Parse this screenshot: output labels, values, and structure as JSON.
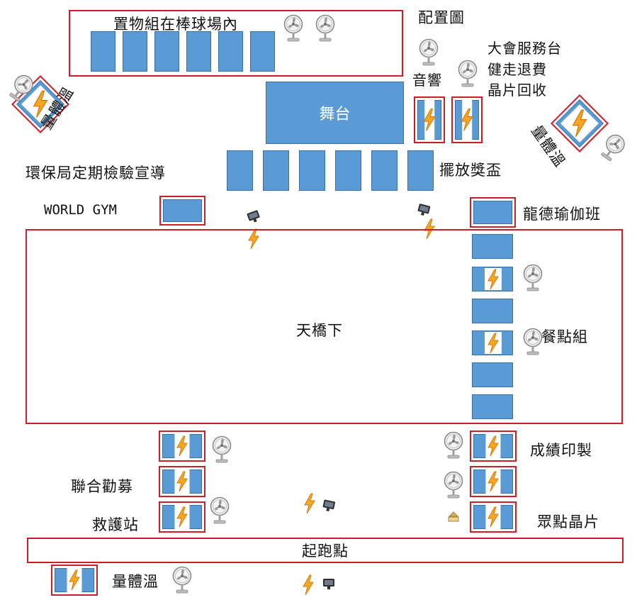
{
  "labels": {
    "storage": "置物組在棒球場內",
    "layout_map": "配置圖",
    "service_line1": "大會服務台",
    "service_line2": "健走退費",
    "service_line3": "晶片回收",
    "sound": "音響",
    "stage": "舞台",
    "temp_left": "量體溫",
    "temp_right": "量體溫",
    "epa": "環保局定期檢驗宣導",
    "trophy": "擺放獎盃",
    "world_gym": "WORLD GYM",
    "yoga": "龍德瑜伽班",
    "under_bridge": "天橋下",
    "catering": "餐點組",
    "results": "成績印製",
    "donation": "聯合勸募",
    "first_aid": "救護站",
    "chip": "眾點晶片",
    "start": "起跑點",
    "temp_bottom": "量體溫"
  },
  "icons": {
    "fan": "electric-fan-icon",
    "bolt": "lightning-bolt-icon",
    "light": "floodlight-icon",
    "lamp": "lamp-icon"
  },
  "colors": {
    "booth_blue": "#5b9bd5",
    "frame_red": "#cc1f2a",
    "bolt_orange": "#f6a623"
  }
}
